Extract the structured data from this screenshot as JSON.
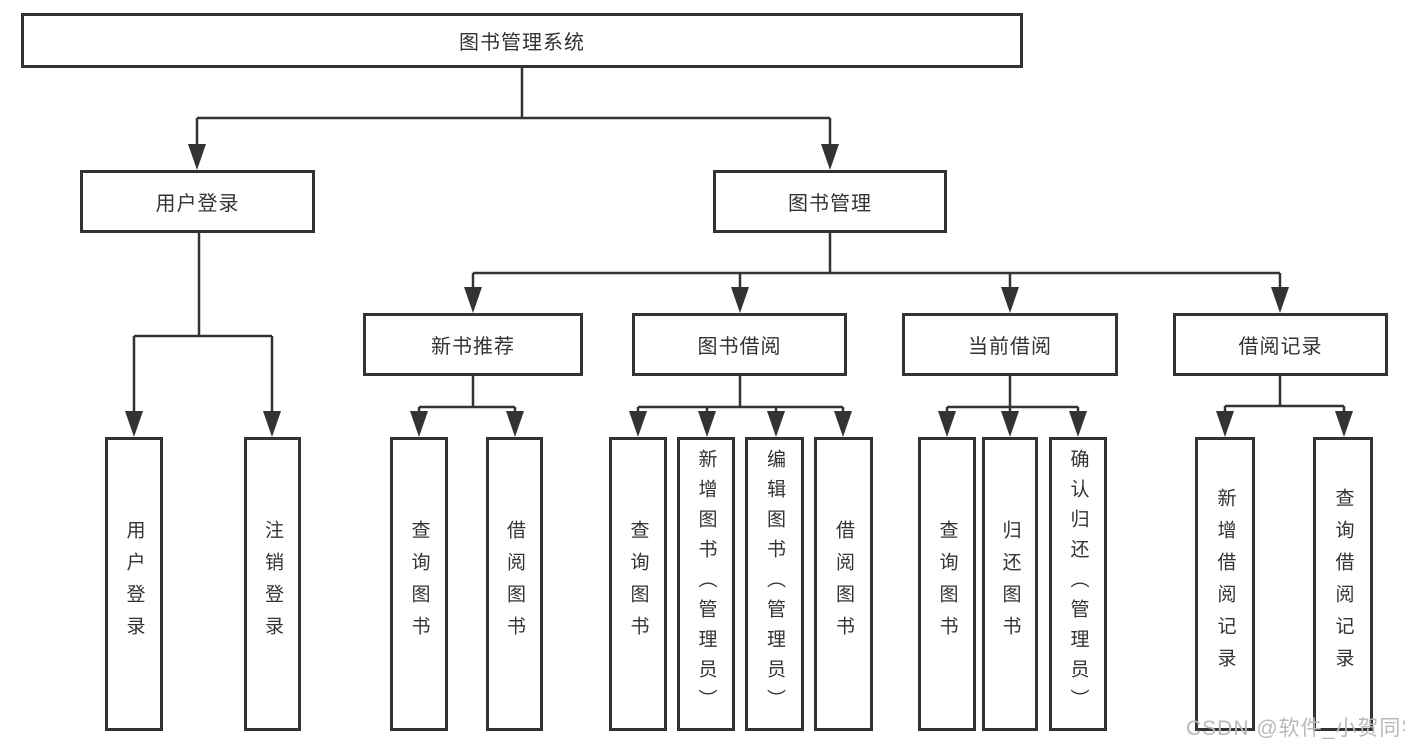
{
  "diagram": {
    "type": "hierarchy-flowchart",
    "watermark": "CSDN @软件_小贺同学",
    "colors": {
      "line": "#333333",
      "box_border": "#333333",
      "box_fill": "#ffffff",
      "text": "#333333",
      "watermark": "#b9b9b9",
      "background": "#ffffff"
    },
    "tree": {
      "label": "图书管理系统",
      "children": [
        {
          "label": "用户登录",
          "children": [
            {
              "label": "用户登录"
            },
            {
              "label": "注销登录"
            }
          ]
        },
        {
          "label": "图书管理",
          "children": [
            {
              "label": "新书推荐",
              "children": [
                {
                  "label": "查询图书"
                },
                {
                  "label": "借阅图书"
                }
              ]
            },
            {
              "label": "图书借阅",
              "children": [
                {
                  "label": "查询图书"
                },
                {
                  "label": "新增图书（管理员）"
                },
                {
                  "label": "编辑图书（管理员）"
                },
                {
                  "label": "借阅图书"
                }
              ]
            },
            {
              "label": "当前借阅",
              "children": [
                {
                  "label": "查询图书"
                },
                {
                  "label": "归还图书"
                },
                {
                  "label": "确认归还（管理员）"
                }
              ]
            },
            {
              "label": "借阅记录",
              "children": [
                {
                  "label": "新增借阅记录"
                },
                {
                  "label": "查询借阅记录"
                }
              ]
            }
          ]
        }
      ]
    }
  }
}
